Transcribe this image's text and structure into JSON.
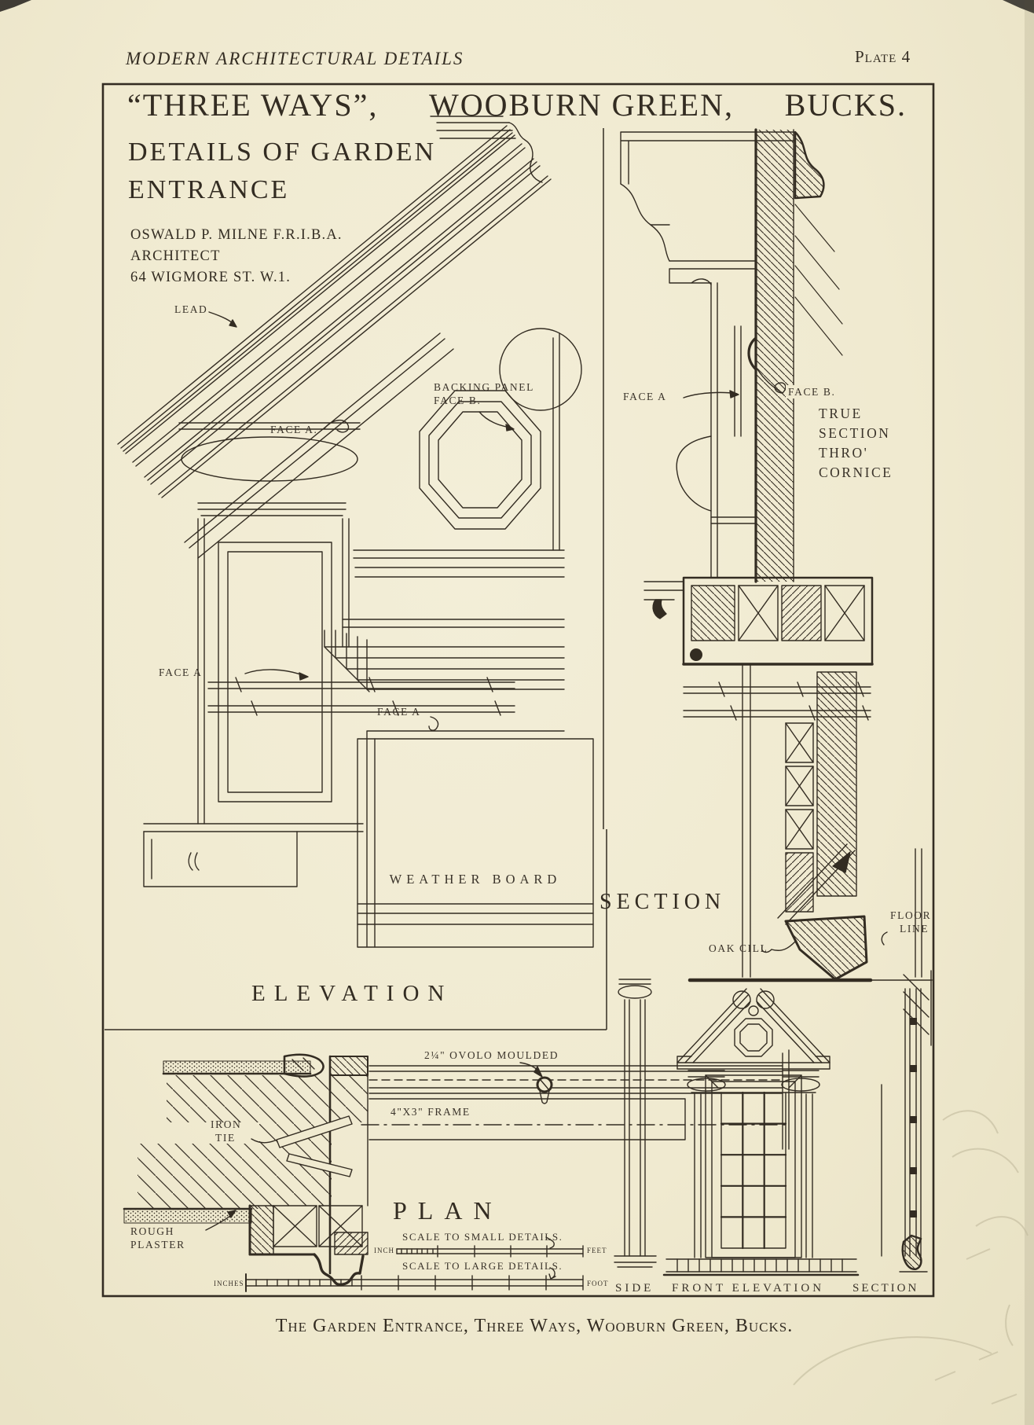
{
  "colors": {
    "paper": "#f0ead0",
    "ink": "#332c22",
    "pencil": "#c2ba9d"
  },
  "header": {
    "book_title": "MODERN ARCHITECTURAL DETAILS",
    "plate_label": "Plate 4"
  },
  "plate": {
    "title": {
      "part1": "“THREE WAYS”,",
      "part2": "WOOBURN GREEN,",
      "part3": "BUCKS."
    },
    "subtitle_lines": [
      "DETAILS OF GARDEN",
      "ENTRANCE"
    ],
    "architect_lines": [
      "OSWALD P. MILNE F.R.I.B.A.",
      "ARCHITECT",
      "64 WIGMORE ST. W.1."
    ],
    "annotations": {
      "lead": "LEAD",
      "face_a_raking": "FACE A.",
      "backing_panel_line1": "BACKING PANEL",
      "backing_panel_line2": "FACE B.",
      "face_a_cornice": "FACE A",
      "face_b_cornice": "FACE B.",
      "true_section_lines": [
        "TRUE",
        "SECTION",
        "THRO'",
        "CORNICE"
      ],
      "face_a_pilaster": "FACE A",
      "face_a_architrave": "FACE A",
      "weather_board": "WEATHER BOARD",
      "oak_cill": "OAK CILL",
      "floor_line_lines": [
        "FLOOR",
        "LINE"
      ],
      "ovolo_moulded": "2¼\" OVOLO MOULDED",
      "frame_4x3": "4\"X3\" FRAME",
      "iron_tie_lines": [
        "IRON",
        "TIE"
      ],
      "rough_plaster_lines": [
        "ROUGH",
        "PLASTER"
      ]
    },
    "view_titles": {
      "elevation": "ELEVATION",
      "section": "SECTION",
      "plan": "PLAN"
    },
    "scales": {
      "small_label": "SCALE TO SMALL DETAILS.",
      "small_unit_left": "INCH",
      "small_unit_right": "FEET",
      "large_label": "SCALE TO LARGE DETAILS.",
      "large_unit_left": "INCHES",
      "large_unit_right": "FOOT"
    },
    "bottom_views": {
      "side": "SIDE",
      "front": "FRONT ELEVATION",
      "section": "SECTION"
    }
  },
  "caption": "The Garden Entrance, Three Ways, Wooburn Green, Bucks."
}
